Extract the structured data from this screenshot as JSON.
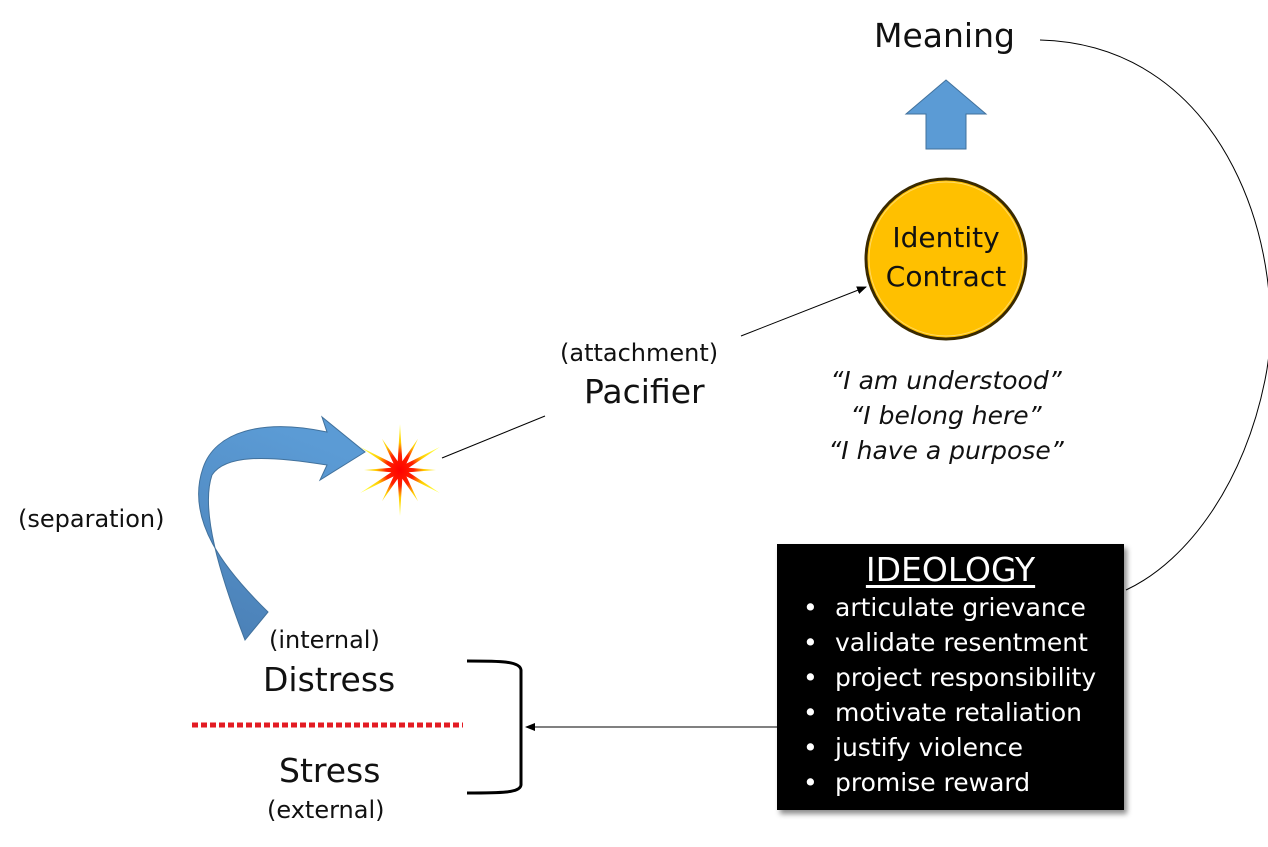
{
  "diagram": {
    "meaning_label": "Meaning",
    "identity_contract": {
      "line1": "Identity",
      "line2": "Contract",
      "fill_color": "#ffc000"
    },
    "affirmations": [
      "“I am understood”",
      "“I belong here”",
      "“I have a purpose”"
    ],
    "pacifier": {
      "qualifier": "(attachment)",
      "label": "Pacifier"
    },
    "separation_label": "(separation)",
    "distress": {
      "qualifier": "(internal)",
      "label": "Distress"
    },
    "stress": {
      "label": "Stress",
      "qualifier": "(external)"
    },
    "ideology": {
      "title": "IDEOLOGY",
      "items": [
        "articulate grievance",
        "validate resentment",
        "project responsibility",
        "motivate retaliation",
        "justify violence",
        "promise reward"
      ]
    },
    "colors": {
      "arrow_blue": "#5b9bd5",
      "divider_red": "#e31b23",
      "burst_core": "#ff0000",
      "burst_rays": "#ffff00"
    }
  }
}
